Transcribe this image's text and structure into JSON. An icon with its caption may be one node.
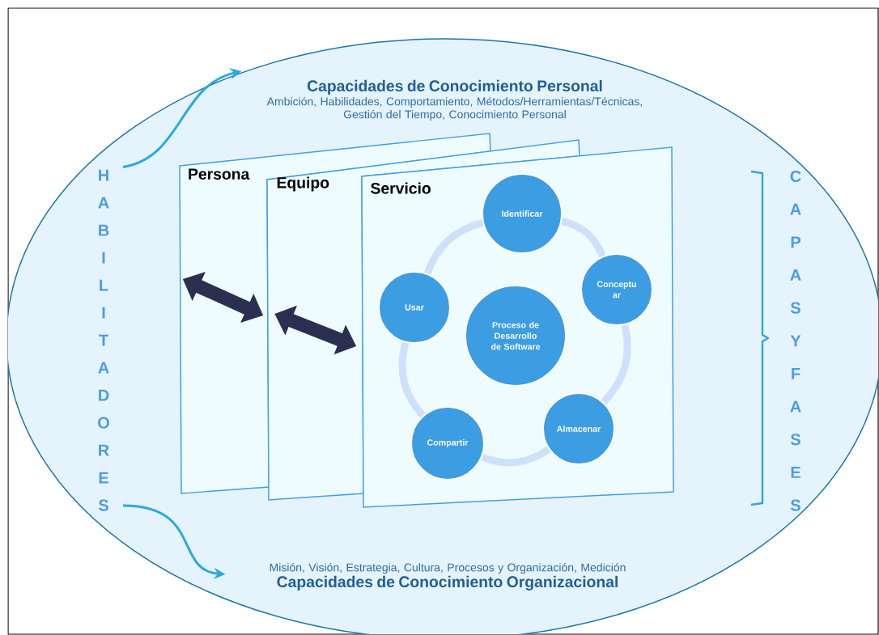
{
  "diagram": {
    "nodes": [
      {
        "text": [],
        "shape": "ellipse"
      },
      {
        "text": [
          "HABILITADORES"
        ],
        "in": 0
      },
      {
        "text": [
          "Capacidades de Conocimiento Personal",
          "Ambición, Habilidades, Comportamiento, Métodos/Herramientas/Técnicas, Gestión del Tiempo, Conocimiento Personal"
        ],
        "in": 0
      },
      {
        "text": [
          "Persona"
        ],
        "in": 0
      },
      {
        "text": [
          "Equipo"
        ],
        "in": 0
      },
      {
        "text": [
          "Servicio"
        ],
        "in": 0
      },
      {
        "text": [
          "Proceso de Desarrollo de Software"
        ],
        "in": 5
      },
      {
        "text": [
          "Identificar"
        ],
        "in": 5
      },
      {
        "text": [
          "Conceptu ar"
        ],
        "in": 5
      },
      {
        "text": [
          "Almacenar"
        ],
        "in": 5
      },
      {
        "text": [
          "Compartir"
        ],
        "in": 5
      },
      {
        "text": [
          "Usar"
        ],
        "in": 5
      },
      {
        "text": [
          "Misión, Visión, Estrategia, Cultura, Procesos y Organización, Medición",
          "Capacidades de Conocimiento Organizacional"
        ],
        "in": 0
      }
    ],
    "edges": [
      {
        "from": 1,
        "to": 2,
        "arrow": "to",
        "color": "#29a9e1"
      },
      {
        "from": 1,
        "to": 12,
        "arrow": "to",
        "color": "#29a9e1"
      },
      {
        "from": 3,
        "to": 4,
        "arrow": "both",
        "style": "thick",
        "color": "#2b3050"
      },
      {
        "from": 4,
        "to": 5,
        "arrow": "both",
        "style": "thick",
        "color": "#2b3050"
      },
      {
        "from": 7,
        "to": 8,
        "arrow": "none",
        "color": "#cfe0fa"
      },
      {
        "from": 8,
        "to": 9,
        "arrow": "none",
        "color": "#cfe0fa"
      },
      {
        "from": 9,
        "to": 10,
        "arrow": "none",
        "color": "#cfe0fa"
      },
      {
        "from": 10,
        "to": 11,
        "arrow": "none",
        "color": "#cfe0fa"
      },
      {
        "from": 11,
        "to": 7,
        "arrow": "none",
        "color": "#cfe0fa"
      }
    ],
    "labels": [
      "CAPAS Y FASES"
    ]
  }
}
